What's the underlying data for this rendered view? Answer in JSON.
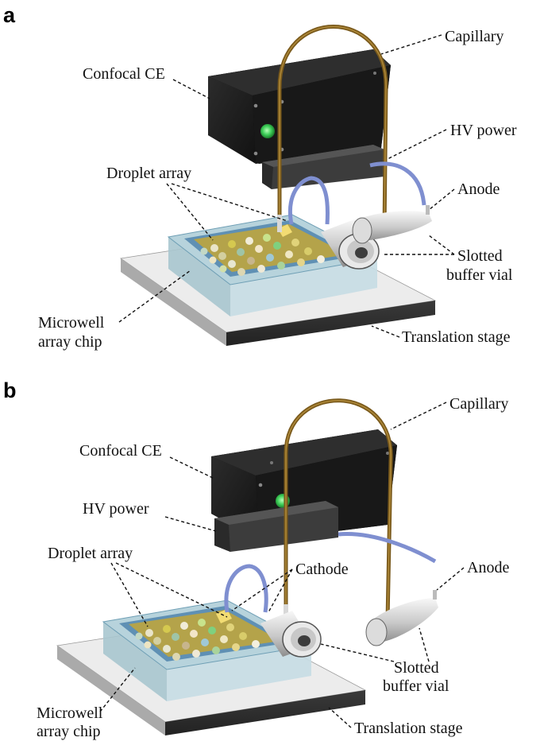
{
  "panels": [
    {
      "letter": "a",
      "labels": {
        "capillary": "Capillary",
        "confocal": "Confocal CE",
        "hv_power": "HV power",
        "droplet_array": "Droplet array",
        "anode": "Anode",
        "slotted_1": "Slotted",
        "slotted_2": "buffer vial",
        "microwell_1": "Microwell",
        "microwell_2": "array chip",
        "translation": "Translation stage"
      }
    },
    {
      "letter": "b",
      "labels": {
        "capillary": "Capillary",
        "confocal": "Confocal CE",
        "hv_power": "HV power",
        "droplet_array": "Droplet array",
        "cathode": "Cathode",
        "anode": "Anode",
        "slotted_1": "Slotted",
        "slotted_2": "buffer vial",
        "microwell_1": "Microwell",
        "microwell_2": "array chip",
        "translation": "Translation stage"
      }
    }
  ],
  "colors": {
    "box": "#1c1c1c",
    "hv_box": "#3a3a3a",
    "capillary": "#7a5a1c",
    "tube": "#7f8fd0",
    "stage_top": "#ededed",
    "chip_glass": "#b7d3dc",
    "chip_frame": "#5a8fb0",
    "oil": "#b4a34a",
    "led": "#3fd05a"
  }
}
